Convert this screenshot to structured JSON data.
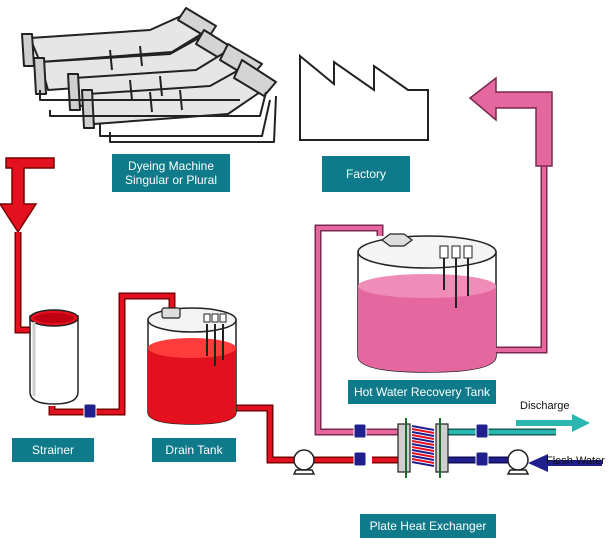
{
  "labels": {
    "dyeing_machine_line1": "Dyeing Machine",
    "dyeing_machine_line2": "Singular or Plural",
    "factory": "Factory",
    "hot_water_recovery_tank": "Hot Water Recovery Tank",
    "strainer": "Strainer",
    "drain_tank": "Drain Tank",
    "plate_heat_exchanger": "Plate Heat Exchanger",
    "discharge": "Discharge",
    "flesh_water": "Flesh Water"
  },
  "colors": {
    "label_bg": "#0f7a8a",
    "hot_red": "#e3101f",
    "hot_water_pink": "#e4679f",
    "discharge_teal": "#2bb7b0",
    "fresh_water_navy": "#1f1f8e"
  }
}
